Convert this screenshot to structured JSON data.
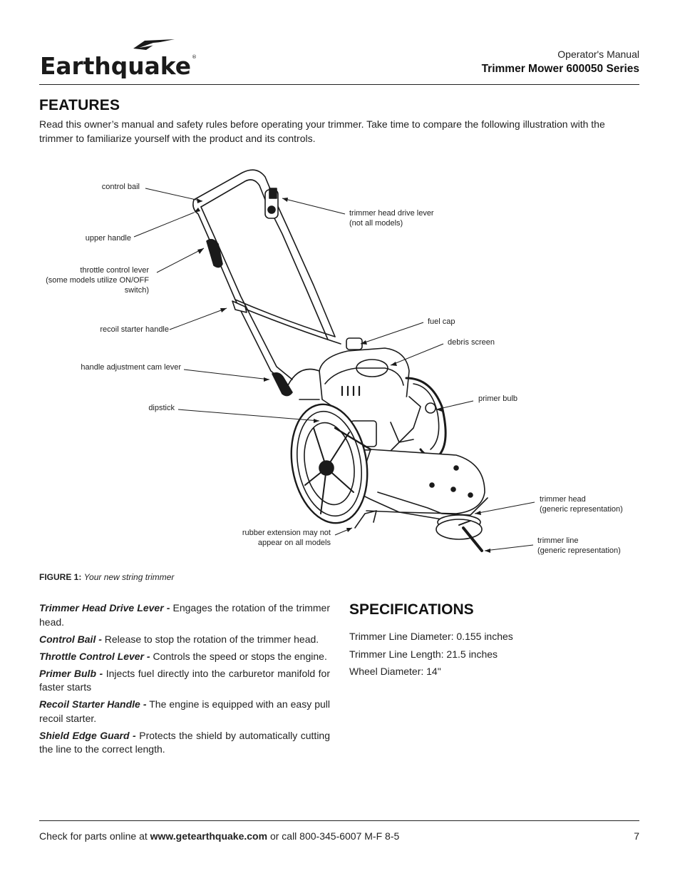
{
  "header": {
    "brand": "Earthquake",
    "manual_label": "Operator's Manual",
    "series_title": "Trimmer Mower 600050 Series"
  },
  "features": {
    "heading": "FEATURES",
    "intro": "Read this owner’s manual and safety rules before operating your trimmer. Take time to compare the following illustration with the trimmer to familiarize yourself with the product and its controls."
  },
  "figure": {
    "callouts": {
      "control_bail": "control bail",
      "upper_handle": "upper handle",
      "throttle_control_lever": "throttle control lever\n(some models utilize ON/OFF\nswitch)",
      "recoil_starter_handle": "recoil starter handle",
      "handle_adjustment_cam_lever": "handle adjustment cam lever",
      "dipstick": "dipstick",
      "rubber_extension": "rubber extension may not\nappear on all models",
      "trimmer_head_drive_lever": "trimmer head drive lever\n(not all models)",
      "fuel_cap": "fuel cap",
      "debris_screen": "debris screen",
      "primer_bulb": "primer bulb",
      "trimmer_head": "trimmer head\n(generic representation)",
      "trimmer_line": "trimmer line\n(generic representation)"
    },
    "caption_label": "FIGURE 1:",
    "caption_text": "Your new string trimmer"
  },
  "descriptions": [
    {
      "term": "Trimmer Head Drive Lever -",
      "text": " Engages the rotation of the trimmer head."
    },
    {
      "term": "Control Bail -",
      "text": " Release to stop the rotation of the trimmer head."
    },
    {
      "term": "Throttle Control Lever -",
      "text": " Controls the speed or stops the engine."
    },
    {
      "term": "Primer Bulb -",
      "text": " Injects fuel directly into the carburetor manifold for faster starts"
    },
    {
      "term": "Recoil Starter Handle -",
      "text": " The engine is equipped with an easy pull recoil starter."
    },
    {
      "term": "Shield Edge Guard -",
      "text": " Protects the shield by automatically cutting the line to the correct length."
    }
  ],
  "specifications": {
    "heading": "SPECIFICATIONS",
    "items": [
      "Trimmer Line Diameter: 0.155 inches",
      "Trimmer Line Length: 21.5 inches",
      "Wheel Diameter: 14\""
    ]
  },
  "footer": {
    "prefix": "Check for parts online at ",
    "url": "www.getearthquake.com",
    "suffix": " or call 800-345-6007 M-F 8-5",
    "page_number": "7"
  }
}
